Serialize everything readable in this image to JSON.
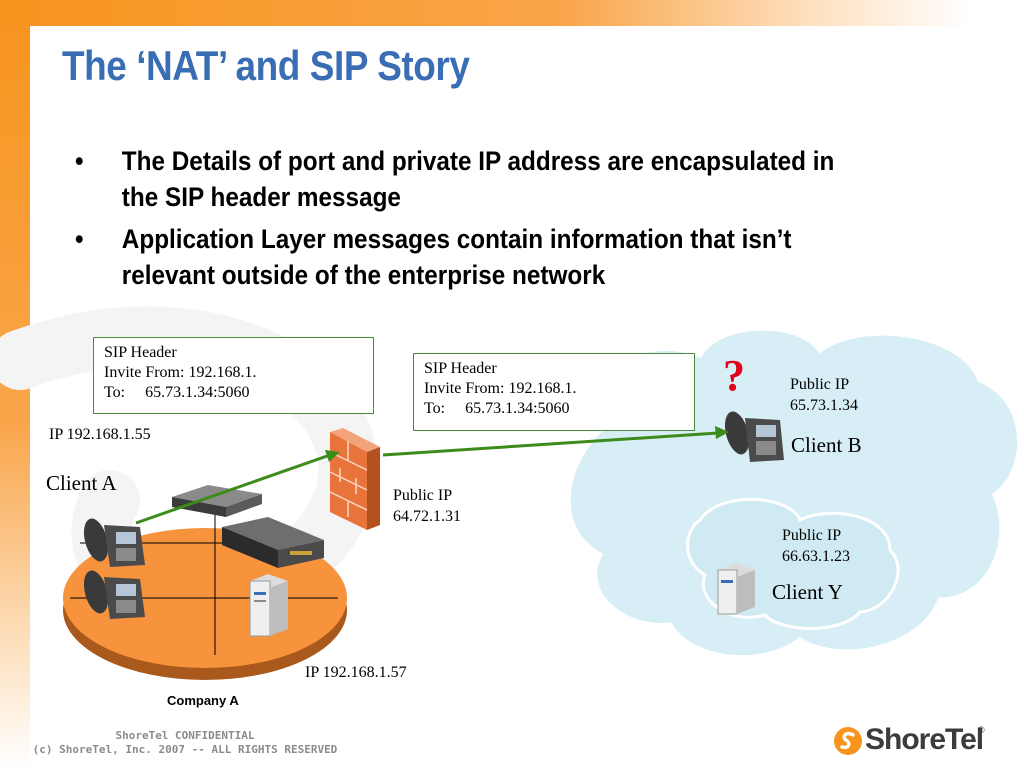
{
  "slide": {
    "title": "The ‘NAT’ and SIP Story",
    "bullets": [
      "The Details of port and private IP address are encapsulated in the SIP header message",
      "Application Layer messages contain information that isn’t relevant  outside of the enterprise network"
    ],
    "bullet_symbol": "•"
  },
  "diagram": {
    "sip_box_left": {
      "line1": "SIP Header",
      "line2": "Invite From: 192.168.1.",
      "line3": "To:     65.73.1.34:5060"
    },
    "sip_box_right": {
      "line1": "SIP Header",
      "line2": "Invite From: 192.168.1.",
      "line3": "To:     65.73.1.34:5060"
    },
    "ip_client_a": "IP 192.168.1.55",
    "client_a": "Client A",
    "firewall_public_ip": "Public IP",
    "firewall_ip": "64.72.1.31",
    "ip_server": "IP 192.168.1.57",
    "company": "Company A",
    "question": "?",
    "client_b_public_ip": "Public IP",
    "client_b_ip": "65.73.1.34",
    "client_b": "Client B",
    "client_y_public_ip": "Public IP",
    "client_y_ip": "66.63.1.23",
    "client_y": "Client Y"
  },
  "footer": {
    "line1": "ShoreTel CONFIDENTIAL",
    "line2": "(c) ShoreTel, Inc. 2007 -- ALL RIGHTS RESERVED"
  },
  "logo": {
    "text": "ShoreTel",
    "mark": "®"
  },
  "colors": {
    "title": "#3a6eb4",
    "accent_orange": "#f7941d",
    "arrow_green": "#3d8b1a",
    "question_red": "#e3001b",
    "cloud": "#d7eef6"
  }
}
